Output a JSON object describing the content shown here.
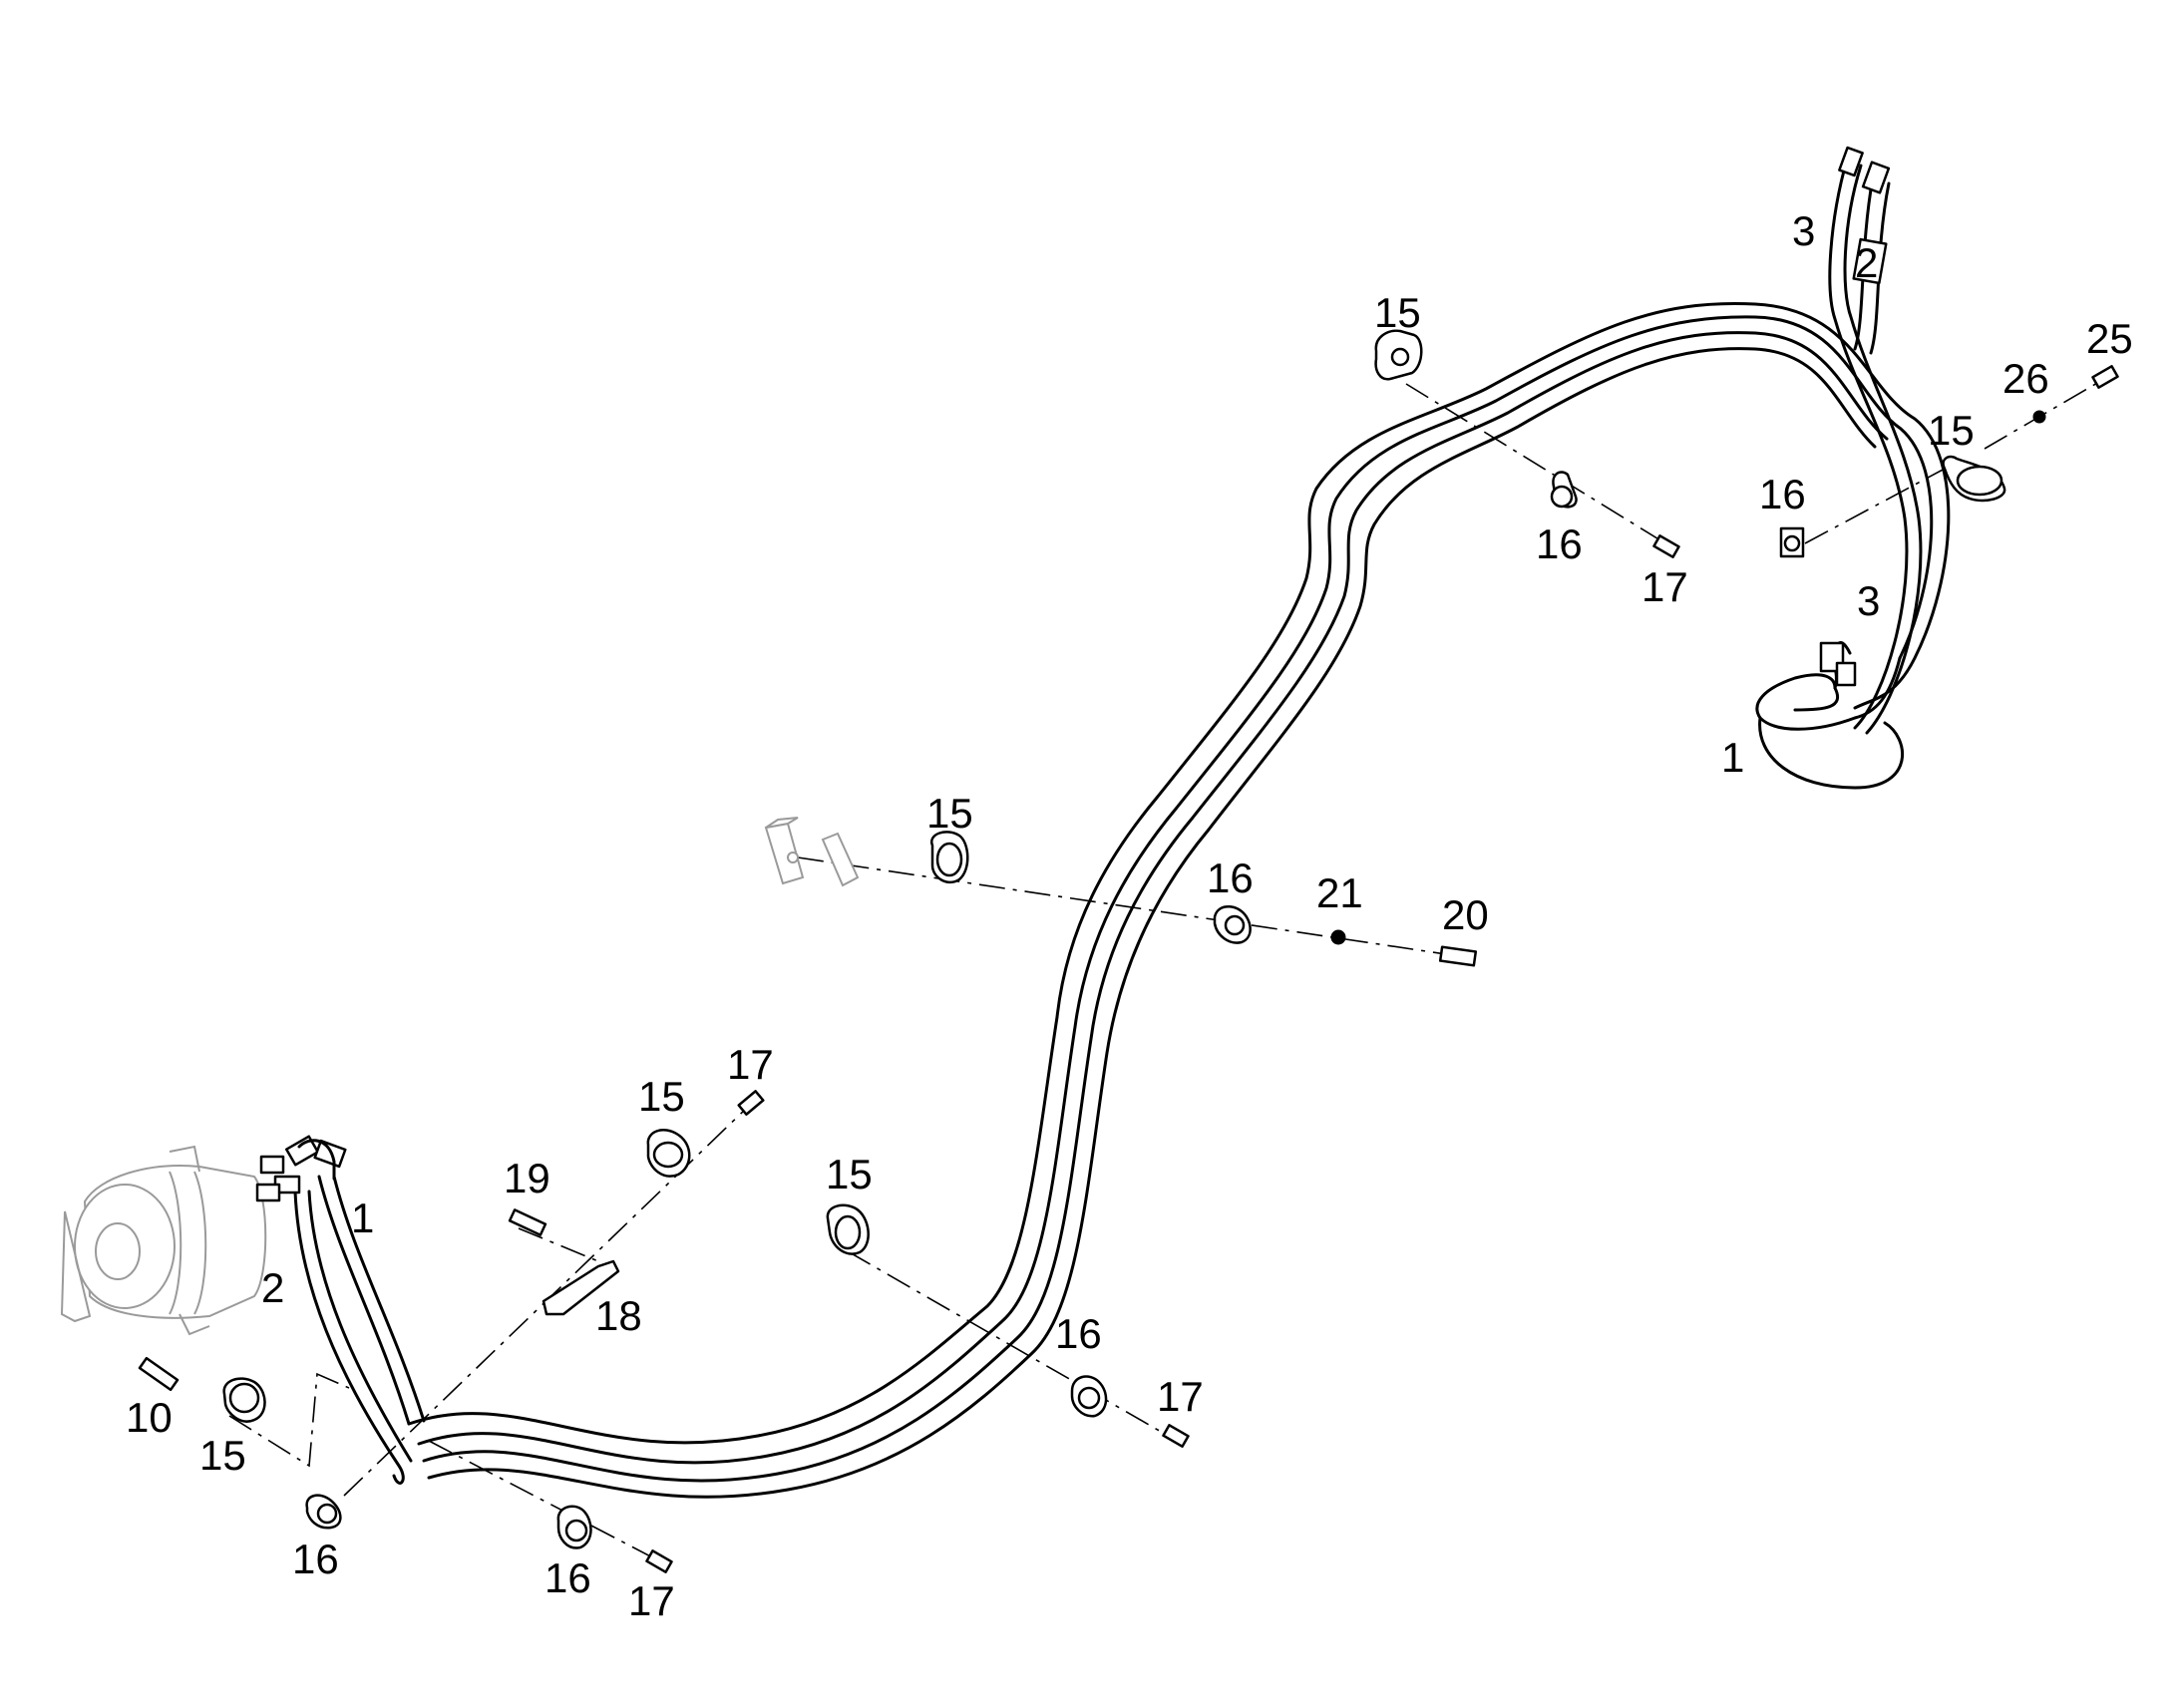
{
  "callouts": {
    "n1_right": "1",
    "n2_top": "2",
    "n3_top": "3",
    "n3_right": "3",
    "n15_top": "15",
    "n16_top_a": "16",
    "n17_top": "17",
    "n16_right": "16",
    "n15_right": "15",
    "n26": "26",
    "n25": "25",
    "n15_mid": "15",
    "n16_mid": "16",
    "n21": "21",
    "n20": "20",
    "n17_bracket": "17",
    "n15_bracket": "15",
    "n19": "19",
    "n18": "18",
    "n15_lower": "15",
    "n16_lower": "16",
    "n17_lower": "17",
    "n1_left": "1",
    "n2_left": "2",
    "n10": "10",
    "n15_left": "15",
    "n16_left": "16",
    "n16_bottom": "16",
    "n17_bottom": "17"
  }
}
